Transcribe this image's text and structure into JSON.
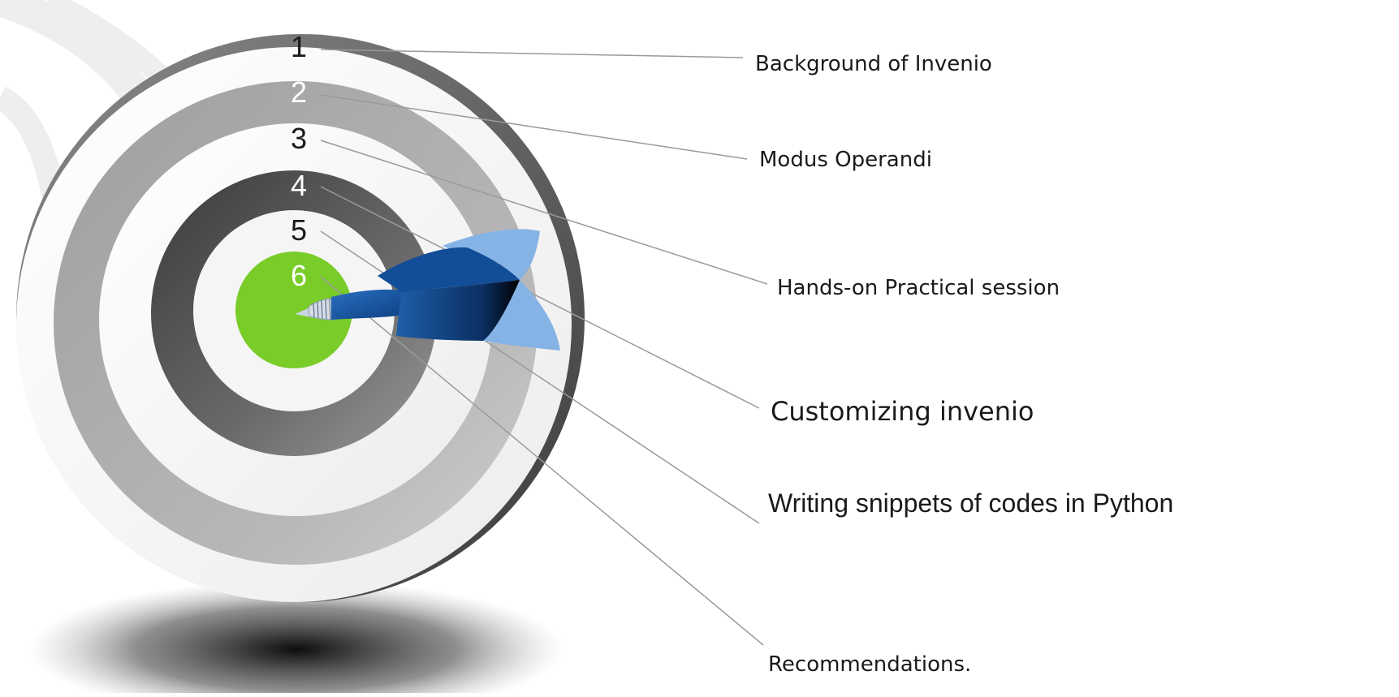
{
  "diagram": {
    "rings": [
      {
        "number": "1",
        "label": "Background of Invenio"
      },
      {
        "number": "2",
        "label": "Modus Operandi"
      },
      {
        "number": "3",
        "label": "Hands-on Practical session"
      },
      {
        "number": "4",
        "label": "Customizing invenio"
      },
      {
        "number": "5",
        "label": "Writing snippets of codes in Python"
      },
      {
        "number": "6",
        "label": "Recommendations."
      }
    ],
    "colors": {
      "bullseye": "#7acc29",
      "dart": "#1f5faa",
      "dart_light": "#86b3e6",
      "dark_ring": "#4a4a4a",
      "mid_ring": "#a6a6a6",
      "leader_line": "#9a9a9a"
    }
  }
}
